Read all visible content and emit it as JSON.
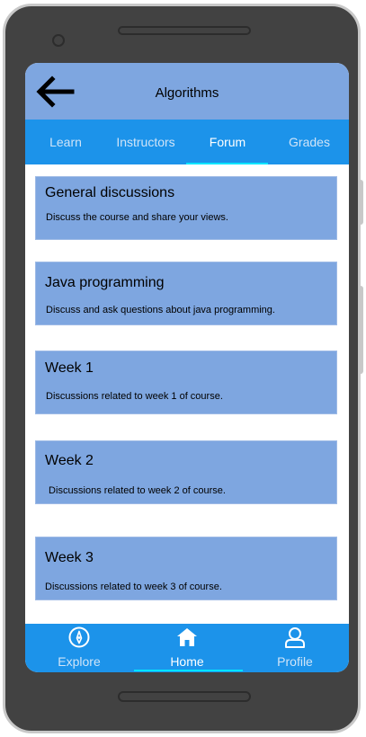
{
  "app": {
    "title": "Algorithms",
    "back_icon": "arrow-left-icon"
  },
  "tabs": [
    {
      "label": "Learn",
      "active": false
    },
    {
      "label": "Instructors",
      "active": false
    },
    {
      "label": "Forum",
      "active": true
    },
    {
      "label": "Grades",
      "active": false
    }
  ],
  "forums": [
    {
      "title": "General discussions",
      "description": "Discuss the course and share your views."
    },
    {
      "title": "Java programming",
      "description": "Discuss and ask questions about java programming."
    },
    {
      "title": "Week 1",
      "description": "Discussions related to week 1 of course."
    },
    {
      "title": "Week 2",
      "description": " Discussions related to week 2 of course."
    },
    {
      "title": "Week 3",
      "description": "Discussions related to week 3 of course."
    }
  ],
  "bottom_nav": [
    {
      "label": "Explore",
      "icon": "compass-icon",
      "active": false
    },
    {
      "label": "Home",
      "icon": "home-icon",
      "active": true
    },
    {
      "label": "Profile",
      "icon": "user-icon",
      "active": false
    }
  ],
  "colors": {
    "appbar": "#7ea6e0",
    "primary": "#1c93ea",
    "indicator": "#00e5ff",
    "card": "#7ea6e0",
    "device": "#424242"
  }
}
